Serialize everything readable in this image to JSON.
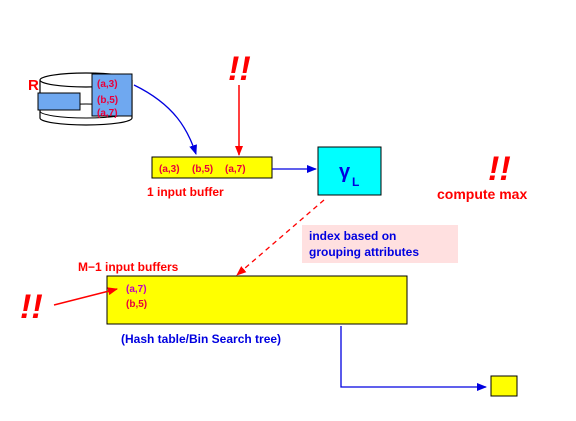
{
  "relation": {
    "label": "R",
    "tuples": [
      "(a,3)",
      "(b,5)",
      "(a,7)"
    ]
  },
  "input_buffer": {
    "tuples": [
      "(a,3)",
      "(b,5)",
      "(a,7)"
    ],
    "caption": "1 input buffer"
  },
  "operator": {
    "symbol": "γ",
    "subscript": "L"
  },
  "alerts": {
    "top": "!!",
    "right": "!!",
    "left": "!!"
  },
  "compute_label": "compute max",
  "index_note": {
    "line1": "index based on",
    "line2": "grouping attributes"
  },
  "buffers": {
    "caption": "M−1 input buffers",
    "tuples": [
      "(a,7)",
      "(b,5)"
    ],
    "structure_label": "(Hash table/Bin Search tree)"
  },
  "colors": {
    "buffer_yellow": "#ffff00",
    "operator_cyan": "#00ffff",
    "note_pink": "#ffe0e0",
    "tuple_red": "#e8003c",
    "tuple_magenta": "#c000c0",
    "arrow_blue": "#0000e0",
    "alert_red": "#ff0000"
  }
}
